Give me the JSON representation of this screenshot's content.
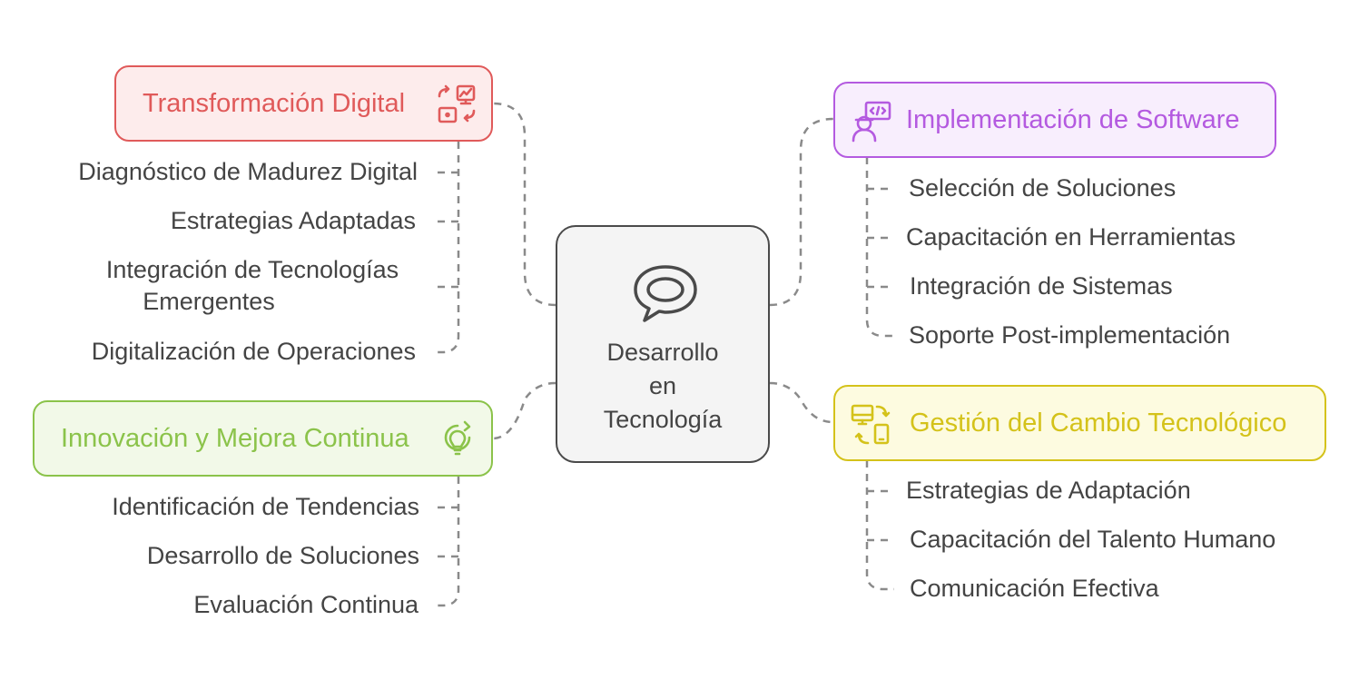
{
  "center": {
    "lines": [
      "Desarrollo",
      "en",
      "Tecnología"
    ],
    "icon": "speech-bubble-icon"
  },
  "branches": {
    "transformacion": {
      "title": "Transformación Digital",
      "icon": "digital-transform-icon",
      "color": "#e05a5a",
      "fill": "#fdecec",
      "items": [
        {
          "text": "Diagnóstico de Madurez Digital"
        },
        {
          "text": "Estrategias Adaptadas"
        },
        {
          "line1": "Integración de Tecnologías",
          "line2": "Emergentes"
        },
        {
          "text": "Digitalización de Operaciones"
        }
      ]
    },
    "innovacion": {
      "title": "Innovación y Mejora Continua",
      "icon": "lightbulb-refresh-icon",
      "color": "#8bc34a",
      "fill": "#f2f9e8",
      "items": [
        {
          "text": "Identificación de Tendencias"
        },
        {
          "text": "Desarrollo de Soluciones"
        },
        {
          "text": "Evaluación Continua"
        }
      ]
    },
    "implementacion": {
      "title": "Implementación de Software",
      "icon": "developer-code-icon",
      "color": "#b45ae0",
      "fill": "#f8eefd",
      "items": [
        {
          "text": "Selección de Soluciones"
        },
        {
          "text": "Capacitación en Herramientas"
        },
        {
          "text": "Integración de Sistemas"
        },
        {
          "text": "Soporte Post-implementación"
        }
      ]
    },
    "gestion": {
      "title": "Gestión del Cambio Tecnológico",
      "icon": "device-sync-icon",
      "color": "#d4c21a",
      "fill": "#fdfbe0",
      "items": [
        {
          "text": "Estrategias de Adaptación"
        },
        {
          "text": "Capacitación del Talento Humano"
        },
        {
          "text": "Comunicación Efectiva"
        }
      ]
    }
  }
}
